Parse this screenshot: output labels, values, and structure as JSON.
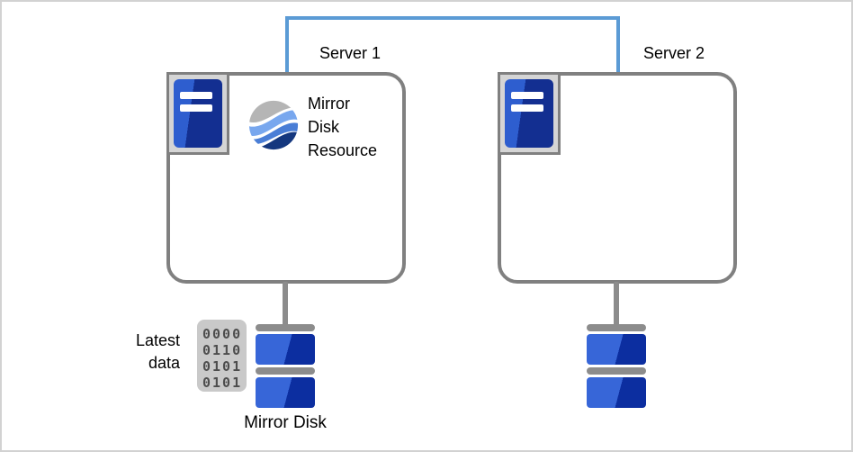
{
  "labels": {
    "server1": "Server 1",
    "server2": "Server 2",
    "mirror_disk_resource": "Mirror\nDisk\nResource",
    "latest_data": "Latest\ndata",
    "mirror_disk": "Mirror Disk"
  },
  "latest_data_block": {
    "rows": [
      "0000",
      "0110",
      "0101",
      "0101"
    ]
  },
  "icons": {
    "server1": "server-tower-icon",
    "server2": "server-tower-icon",
    "mirror_disk_resource": "wave-globe-icon",
    "server1_disk": "disk-stack-icon",
    "server2_disk": "disk-stack-icon"
  },
  "colors": {
    "link_blue": "#5b9bd5",
    "outline_gray": "#808080",
    "connector_gray": "#8c8c8c",
    "icon_frame_fill": "#d5d5d5",
    "tower_blue_light": "#2e5ecf",
    "tower_blue_dark": "#132f91",
    "disk_blue_light": "#3766d8",
    "disk_blue_dark": "#0c2ea0",
    "globe_gray": "#b5b5b5",
    "globe_blue_light": "#78a7ee",
    "globe_blue_mid": "#4a7ed6",
    "globe_navy": "#14377e",
    "binary_bg": "#c9c9c9",
    "binary_digit": "#4d4d4d",
    "page_border": "#d2d2d2"
  }
}
